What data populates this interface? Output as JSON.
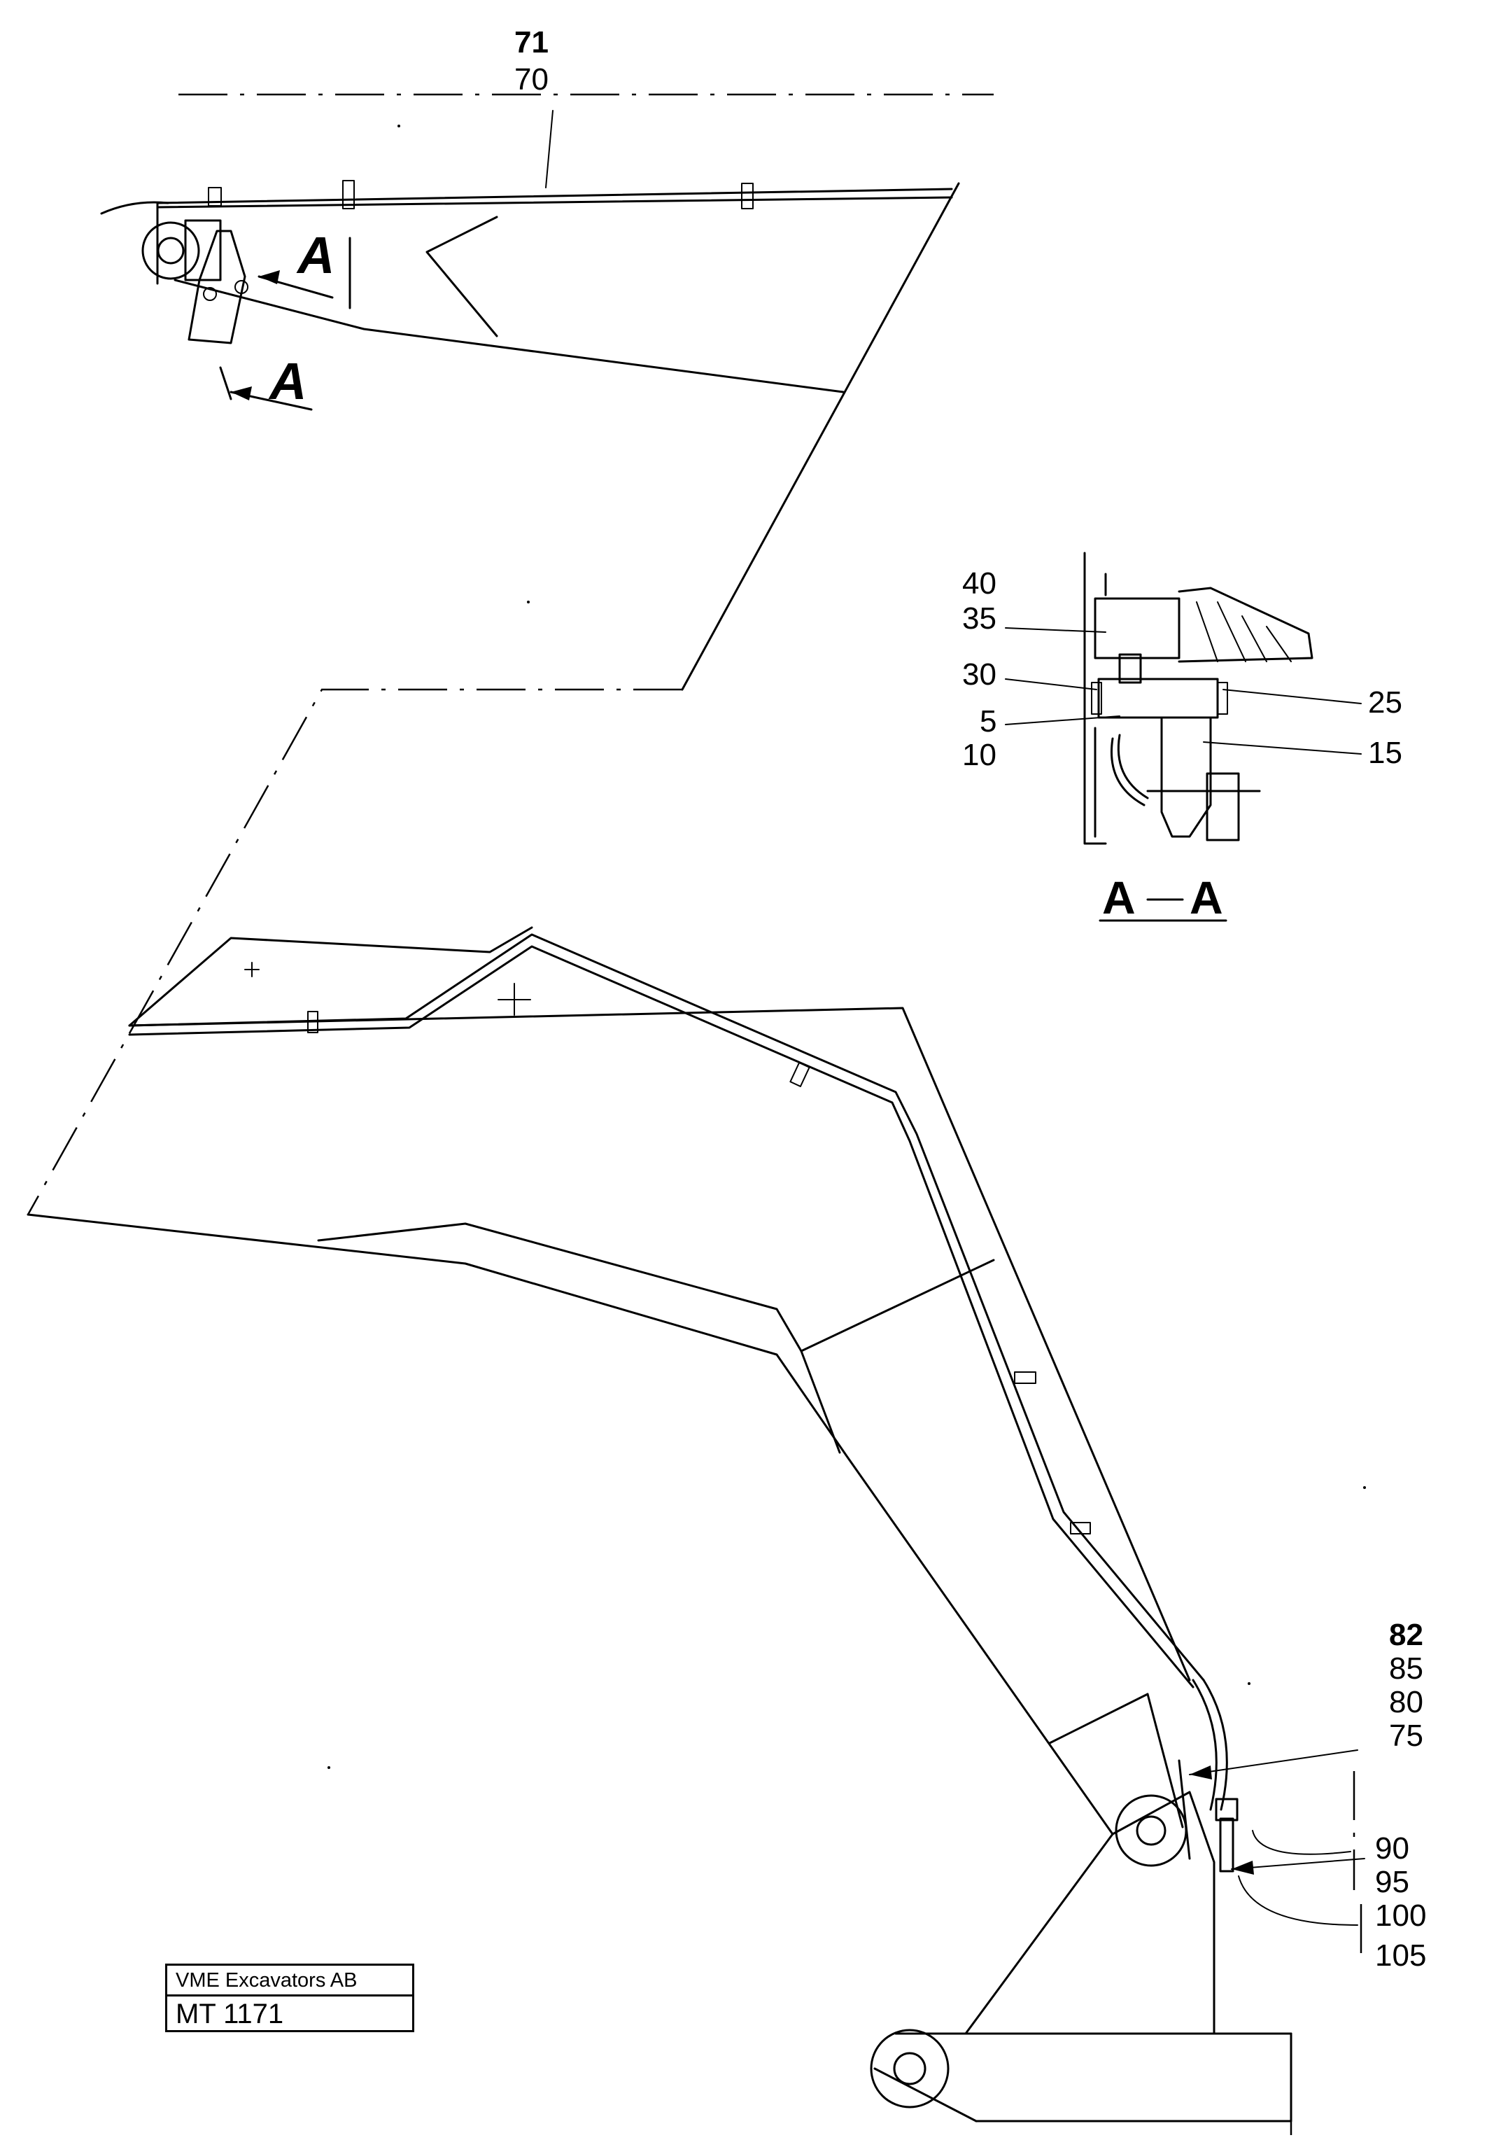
{
  "labels": {
    "top_primary": "71",
    "top_secondary": "70",
    "section_marker": "A",
    "section_title_left": "A",
    "section_title_right": "A",
    "detail_40": "40",
    "detail_35": "35",
    "detail_30": "30",
    "detail_5": "5",
    "detail_10": "10",
    "detail_25": "25",
    "detail_15": "15",
    "lower_82": "82",
    "lower_85": "85",
    "lower_80": "80",
    "lower_75": "75",
    "lower_90": "90",
    "lower_95": "95",
    "lower_100": "100",
    "lower_105": "105"
  },
  "title_block": {
    "company": "VME Excavators AB",
    "drawing_number": "MT 1171"
  }
}
